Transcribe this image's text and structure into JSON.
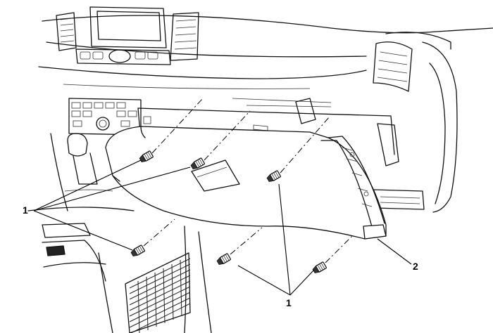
{
  "diagram": {
    "callouts": [
      {
        "id": "c1-left",
        "label": "1"
      },
      {
        "id": "c2-right",
        "label": "2"
      },
      {
        "id": "c1-bottom",
        "label": "1"
      }
    ]
  }
}
